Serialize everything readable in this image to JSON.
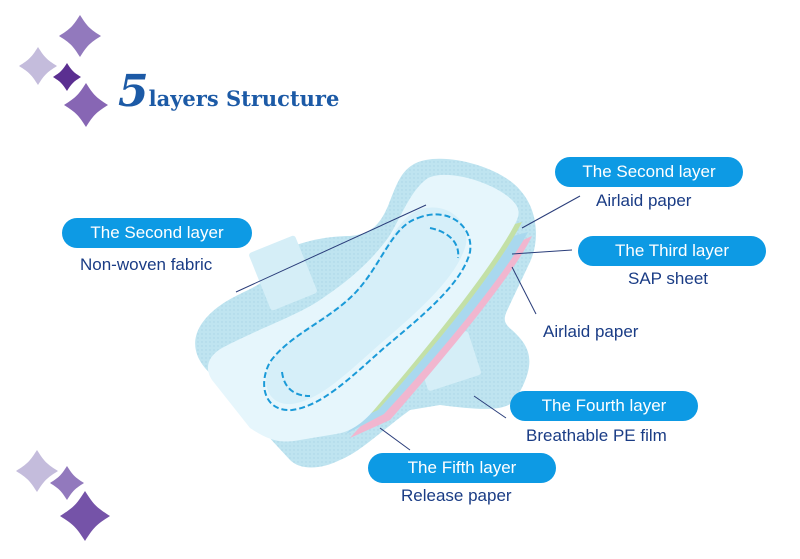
{
  "header": {
    "title_number": "5",
    "title_text": "layers Structure"
  },
  "colors": {
    "title": "#1c5aa6",
    "pill_bg": "#0d9ae4",
    "pill_text": "#ffffff",
    "desc_text": "#1a3c85",
    "pad_outer": "#bfe4f0",
    "pad_inner": "#e6f6fc",
    "stitch": "#1a9ad8",
    "layer_green": "#c3e0a6",
    "layer_blue": "#a9d8ee",
    "layer_pink": "#f1b6cf",
    "flower_light": "#c4bcdc",
    "flower_mid": "#9279bd",
    "flower_dark": "#5b2f91"
  },
  "labels": [
    {
      "id": "top-sheet",
      "pill": "The Second layer",
      "desc": "Non-woven fabric"
    },
    {
      "id": "second-layer",
      "pill": "The Second layer",
      "desc": "Airlaid paper"
    },
    {
      "id": "third-layer",
      "pill": "The Third layer",
      "desc": "SAP sheet"
    },
    {
      "id": "extra-airlaid",
      "pill": null,
      "desc": "Airlaid paper"
    },
    {
      "id": "fourth-layer",
      "pill": "The Fourth layer",
      "desc": "Breathable PE film"
    },
    {
      "id": "fifth-layer",
      "pill": "The Fifth layer",
      "desc": "Release paper"
    }
  ],
  "decorations": {
    "top_left_flowers": 4,
    "bottom_left_flowers": 3,
    "icon": "four-petal-flower-icon"
  }
}
